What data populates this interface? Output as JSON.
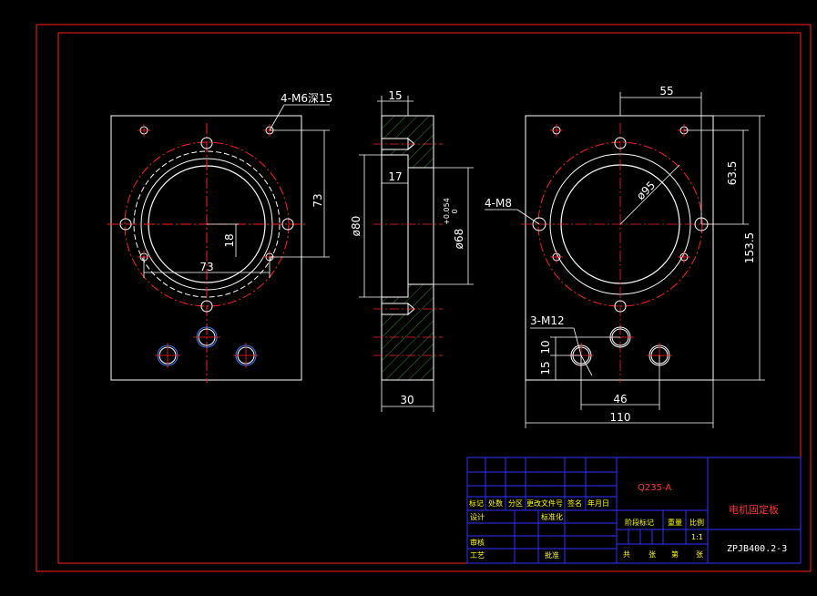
{
  "drawing": {
    "front_view": {
      "hole_callout": "4-M6深15",
      "dim_vertical": "73",
      "dim_horizontal": "73",
      "dim_offset": "18"
    },
    "side_view": {
      "dim_thickness_top": "15",
      "dim_step": "17",
      "dim_diameter_80": "ø80",
      "dim_diameter_68": "ø68",
      "dim_tolerance": "+0.054\n0",
      "dim_width_bottom": "30"
    },
    "rear_view": {
      "dim_top": "55",
      "dim_pcd": "ø95",
      "hole_callout_m8": "4-M8",
      "hole_callout_m12": "3-M12",
      "dim_right_small": "63.5",
      "dim_right_total": "153.5",
      "dim_left_10": "10",
      "dim_left_15": "15",
      "dim_bottom_46": "46",
      "dim_bottom_110": "110"
    }
  },
  "title_block": {
    "material": "Q235-A",
    "part_name": "电机固定板",
    "drawing_no": "ZPJB400.2-3",
    "scale_value": "1:1",
    "headers": [
      "标记",
      "处数",
      "分区",
      "更改文件号",
      "签名",
      "年月日"
    ],
    "row_design": "设计",
    "row_standard": "标准化",
    "row_review": "审核",
    "row_process": "工艺",
    "row_approve": "批准",
    "stage_mark": "阶段标记",
    "weight": "重量",
    "scale": "比例",
    "total": "共",
    "sheets": "张",
    "sheet": "第",
    "sheet_unit": "张"
  },
  "colors": {
    "background": "#000000",
    "frame": "#ff2020",
    "geometry": "#ffffff",
    "centerline": "#ff2020",
    "hatch": "#2e8b3a",
    "titleblock_lines": "#3030ff",
    "titleblock_text": "#ffff00"
  }
}
